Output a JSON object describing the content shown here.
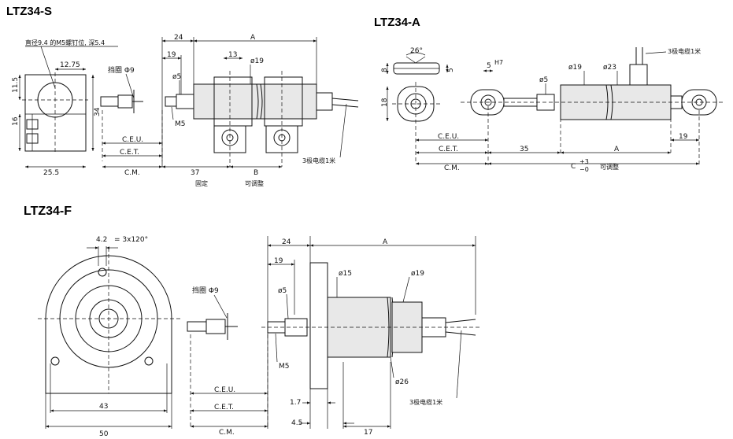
{
  "titles": {
    "s": "LTZ34-S",
    "a": "LTZ34-A",
    "f": "LTZ34-F"
  },
  "labels": {
    "s_note": "直径9.4 的M5螺钉位, 深5.4",
    "s_12_75": "12.75",
    "s_11_5": "11.5",
    "s_16": "16",
    "s_34": "34",
    "s_25_5": "25.5",
    "s_ring": "挡圈 Φ9",
    "s_ceu": "C.E.U.",
    "s_cet": "C.E.T.",
    "s_cm": "C.M.",
    "s_24": "24",
    "s_19": "19",
    "s_5": "ø5",
    "s_m5": "M5",
    "s_13": "13",
    "s_a": "A",
    "s_d19": "ø19",
    "s_37": "37",
    "s_b": "B",
    "s_fixed": "固定",
    "s_adjust": "可调整",
    "s_cable": "3极电缆1米",
    "a_26": "26°",
    "a_8": "8",
    "a_5": "5",
    "a_18": "18",
    "a_5h7": "5",
    "a_h7": "H7",
    "a_d5": "ø5",
    "a_d19": "ø19",
    "a_d23": "ø23",
    "a_cable": "3极电缆1米",
    "a_ceu": "C.E.U.",
    "a_cet": "C.E.T.",
    "a_35": "35",
    "a_a": "A",
    "a_19": "19",
    "a_cm": "C.M.",
    "a_c": "C",
    "a_tol_plus": "+3",
    "a_tol_minus": "−0",
    "a_adjust": "可调整",
    "f_42": "4.2",
    "f_3x120": "= 3x120°",
    "f_43": "43",
    "f_50": "50",
    "f_ring": "挡圈 Φ9",
    "f_ceu": "C.E.U.",
    "f_cet": "C.E.T.",
    "f_cm": "C.M.",
    "f_24": "24",
    "f_19": "19",
    "f_5": "ø5",
    "f_m5": "M5",
    "f_a": "A",
    "f_d15": "ø15",
    "f_d19": "ø19",
    "f_d26": "ø26",
    "f_1_7": "1.7",
    "f_4_5": "4.5",
    "f_17": "17",
    "f_cable": "3极电缆1米"
  }
}
